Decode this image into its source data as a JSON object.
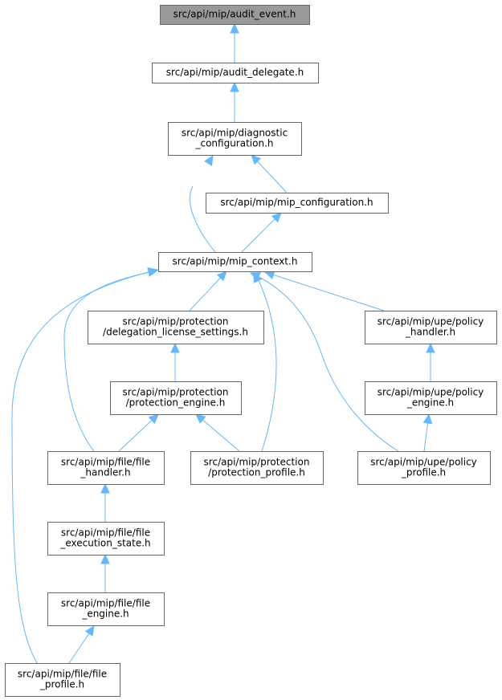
{
  "diagram": {
    "title": "",
    "colors": {
      "edge": "#63b8ff",
      "node_border": "#666666",
      "root_fill": "#999999",
      "node_fill": "#ffffff"
    },
    "nodes": [
      {
        "id": "audit_event",
        "lines": [
          "src/api/mip/audit_event.h"
        ],
        "highlighted": true
      },
      {
        "id": "audit_delegate",
        "lines": [
          "src/api/mip/audit_delegate.h"
        ]
      },
      {
        "id": "diagnostic_configuration",
        "lines": [
          "src/api/mip/diagnostic",
          "_configuration.h"
        ]
      },
      {
        "id": "mip_configuration",
        "lines": [
          "src/api/mip/mip_configuration.h"
        ]
      },
      {
        "id": "mip_context",
        "lines": [
          "src/api/mip/mip_context.h"
        ]
      },
      {
        "id": "delegation_license_settings",
        "lines": [
          "src/api/mip/protection",
          "/delegation_license_settings.h"
        ]
      },
      {
        "id": "policy_handler",
        "lines": [
          "src/api/mip/upe/policy",
          "_handler.h"
        ]
      },
      {
        "id": "protection_engine",
        "lines": [
          "src/api/mip/protection",
          "/protection_engine.h"
        ]
      },
      {
        "id": "policy_engine",
        "lines": [
          "src/api/mip/upe/policy",
          "_engine.h"
        ]
      },
      {
        "id": "file_handler",
        "lines": [
          "src/api/mip/file/file",
          "_handler.h"
        ]
      },
      {
        "id": "protection_profile",
        "lines": [
          "src/api/mip/protection",
          "/protection_profile.h"
        ]
      },
      {
        "id": "policy_profile",
        "lines": [
          "src/api/mip/upe/policy",
          "_profile.h"
        ]
      },
      {
        "id": "file_execution_state",
        "lines": [
          "src/api/mip/file/file",
          "_execution_state.h"
        ]
      },
      {
        "id": "file_engine",
        "lines": [
          "src/api/mip/file/file",
          "_engine.h"
        ]
      },
      {
        "id": "file_profile",
        "lines": [
          "src/api/mip/file/file",
          "_profile.h"
        ]
      }
    ],
    "edges": [
      {
        "from": "audit_delegate",
        "to": "audit_event"
      },
      {
        "from": "diagnostic_configuration",
        "to": "audit_delegate"
      },
      {
        "from": "mip_configuration",
        "to": "diagnostic_configuration"
      },
      {
        "from": "mip_context",
        "to": "diagnostic_configuration"
      },
      {
        "from": "mip_context",
        "to": "mip_configuration"
      },
      {
        "from": "delegation_license_settings",
        "to": "mip_context"
      },
      {
        "from": "policy_handler",
        "to": "mip_context"
      },
      {
        "from": "file_handler",
        "to": "mip_context"
      },
      {
        "from": "protection_profile",
        "to": "mip_context"
      },
      {
        "from": "policy_profile",
        "to": "mip_context"
      },
      {
        "from": "file_profile",
        "to": "mip_context"
      },
      {
        "from": "protection_engine",
        "to": "delegation_license_settings"
      },
      {
        "from": "file_handler",
        "to": "protection_engine"
      },
      {
        "from": "protection_profile",
        "to": "protection_engine"
      },
      {
        "from": "policy_engine",
        "to": "policy_handler"
      },
      {
        "from": "policy_profile",
        "to": "policy_engine"
      },
      {
        "from": "file_execution_state",
        "to": "file_handler"
      },
      {
        "from": "file_engine",
        "to": "file_execution_state"
      },
      {
        "from": "file_profile",
        "to": "file_engine"
      }
    ]
  }
}
